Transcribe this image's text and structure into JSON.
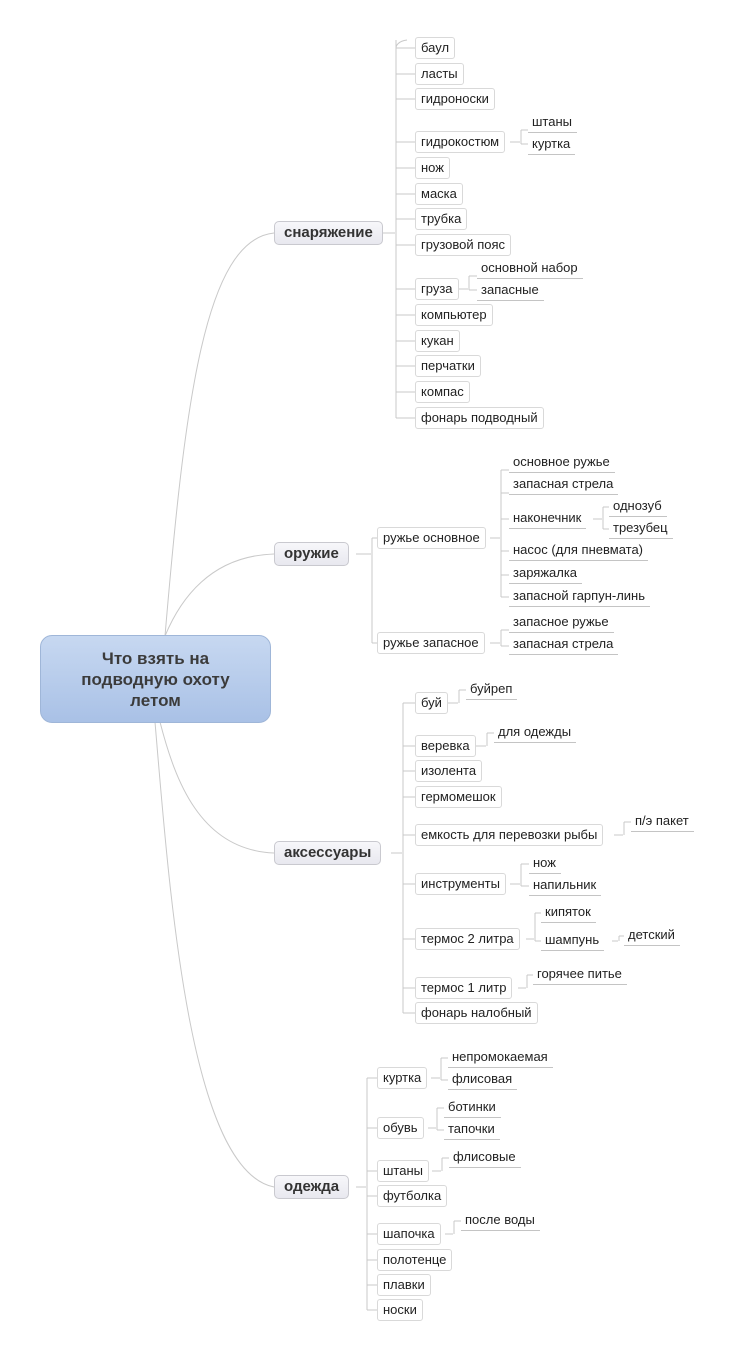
{
  "root": "Что взять на подводную охоту летом",
  "branches": {
    "equipment": {
      "label": "снаряжение",
      "items": [
        "баул",
        "ласты",
        "гидроноски",
        "гидрокостюм",
        "нож",
        "маска",
        "трубка",
        "грузовой пояс",
        "груза",
        "компьютер",
        "кукан",
        "перчатки",
        "компас",
        "фонарь подводный"
      ],
      "wetsuit_sub": [
        "штаны",
        "куртка"
      ],
      "weights_sub": [
        "основной набор",
        "запасные"
      ]
    },
    "weapon": {
      "label": "оружие",
      "main_gun": "ружье основное",
      "main_gun_sub": [
        "основное ружье",
        "запасная стрела",
        "наконечник",
        "насос (для пневмата)",
        "заряжалка",
        "запасной гарпун-линь"
      ],
      "tip_sub": [
        "однозуб",
        "трезубец"
      ],
      "spare_gun": "ружье запасное",
      "spare_gun_sub": [
        "запасное ружье",
        "запасная стрела"
      ]
    },
    "accessories": {
      "label": "аксессуары",
      "items": [
        "буй",
        "веревка",
        "изолента",
        "гермомешок",
        "емкость для перевозки рыбы",
        "инструменты",
        "термос 2 литра",
        "термос 1 литр",
        "фонарь налобный"
      ],
      "buoy_sub": "буйреп",
      "rope_sub": "для одежды",
      "container_sub": "п/э пакет",
      "tools_sub": [
        "нож",
        "напильник"
      ],
      "thermos2_sub": [
        "кипяток",
        "шампунь"
      ],
      "shampoo_sub": "детский",
      "thermos1_sub": "горячее питье"
    },
    "clothes": {
      "label": "одежда",
      "items": [
        "куртка",
        "обувь",
        "штаны",
        "футболка",
        "шапочка",
        "полотенце",
        "плавки",
        "носки"
      ],
      "jacket_sub": [
        "непромокаемая",
        "флисовая"
      ],
      "shoes_sub": [
        "ботинки",
        "тапочки"
      ],
      "pants_sub": "флисовые",
      "hat_sub": "после воды"
    }
  }
}
